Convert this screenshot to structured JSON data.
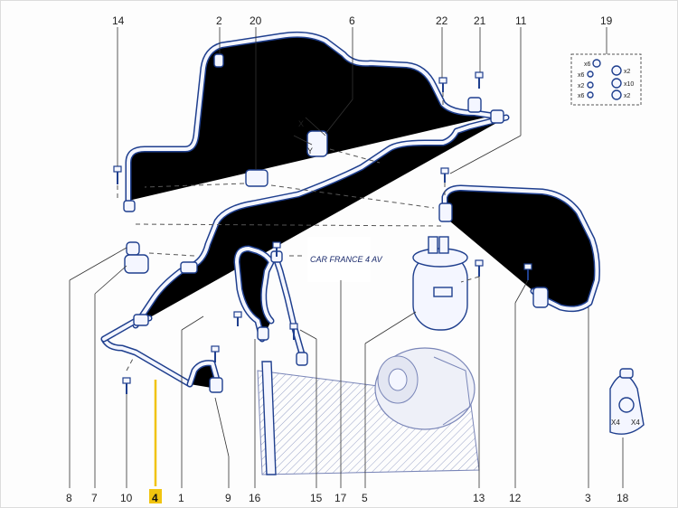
{
  "callouts_top": [
    {
      "id": "c14",
      "label": "14"
    },
    {
      "id": "c2",
      "label": "2"
    },
    {
      "id": "c20",
      "label": "20"
    },
    {
      "id": "c6",
      "label": "6"
    },
    {
      "id": "c22",
      "label": "22"
    },
    {
      "id": "c21",
      "label": "21"
    },
    {
      "id": "c11",
      "label": "11"
    },
    {
      "id": "c19",
      "label": "19"
    }
  ],
  "callouts_bottom": [
    {
      "id": "c8",
      "label": "8"
    },
    {
      "id": "c7",
      "label": "7"
    },
    {
      "id": "c10",
      "label": "10"
    },
    {
      "id": "c4",
      "label": "4",
      "highlighted": true
    },
    {
      "id": "c1",
      "label": "1"
    },
    {
      "id": "c9",
      "label": "9"
    },
    {
      "id": "c16",
      "label": "16"
    },
    {
      "id": "c15",
      "label": "15"
    },
    {
      "id": "c17",
      "label": "17"
    },
    {
      "id": "c5",
      "label": "5"
    },
    {
      "id": "c13",
      "label": "13"
    },
    {
      "id": "c12",
      "label": "12"
    },
    {
      "id": "c3",
      "label": "3"
    },
    {
      "id": "c18",
      "label": "18"
    }
  ],
  "seal_kit": {
    "qty": [
      "x6",
      "x6",
      "x2",
      "x2",
      "x10",
      "x6",
      "x2"
    ]
  },
  "part18": {
    "qty_left": "X4",
    "qty_right": "X4"
  },
  "dimension_marks": {
    "a": "X",
    "b": "Y"
  },
  "watermark": {
    "text": "CAR FRANCE 4 AV"
  },
  "colors": {
    "pipe": "#1f3f8e",
    "highlight": "#f1c40f",
    "callout_text": "#222222"
  }
}
